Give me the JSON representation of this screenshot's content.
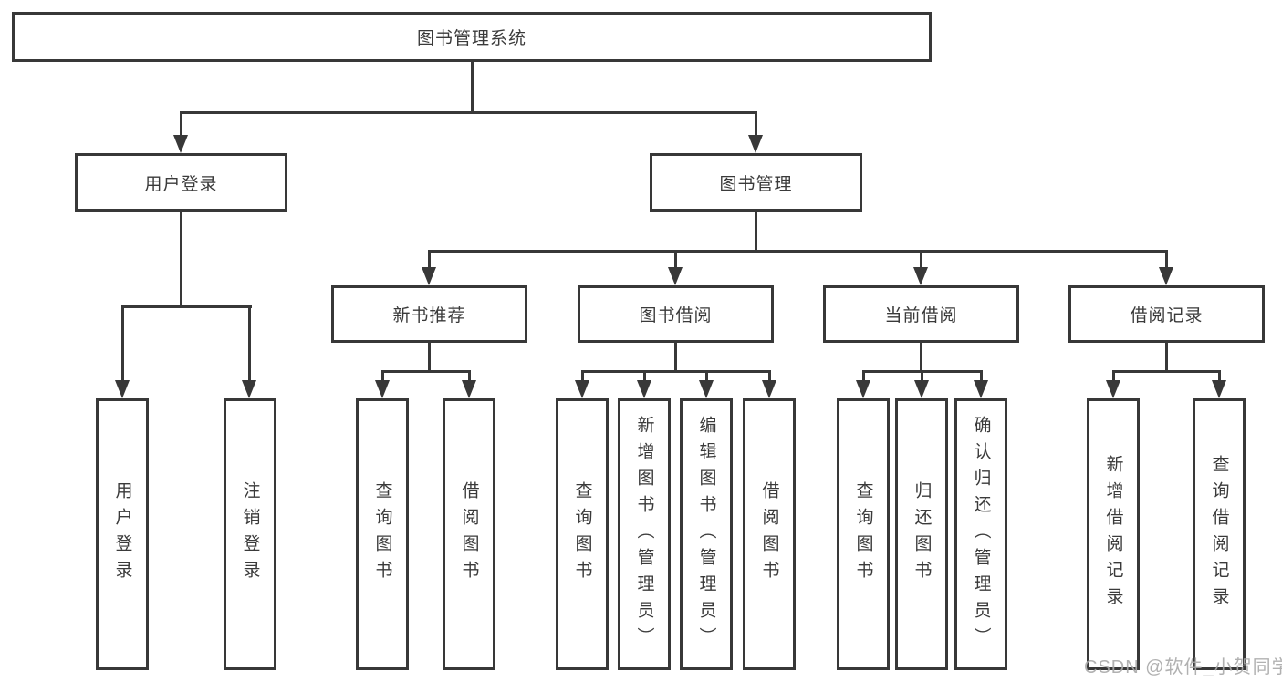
{
  "diagram": {
    "root": {
      "label": "图书管理系统"
    },
    "branches": [
      {
        "label": "用户登录",
        "children": [
          {
            "label": "用户登录"
          },
          {
            "label": "注销登录"
          }
        ]
      },
      {
        "label": "图书管理",
        "children": [
          {
            "label": "新书推荐",
            "children": [
              {
                "label": "查询图书"
              },
              {
                "label": "借阅图书"
              }
            ]
          },
          {
            "label": "图书借阅",
            "children": [
              {
                "label": "查询图书"
              },
              {
                "label": "新增图书（管理员）"
              },
              {
                "label": "编辑图书（管理员）"
              },
              {
                "label": "借阅图书"
              }
            ]
          },
          {
            "label": "当前借阅",
            "children": [
              {
                "label": "查询图书"
              },
              {
                "label": "归还图书"
              },
              {
                "label": "确认归还（管理员）"
              }
            ]
          },
          {
            "label": "借阅记录",
            "children": [
              {
                "label": "新增借阅记录"
              },
              {
                "label": "查询借阅记录"
              }
            ]
          }
        ]
      }
    ]
  },
  "watermark": "CSDN @软件_小贺同学",
  "colors": {
    "line": "#383838",
    "text": "#3a3a3a",
    "box_background": "#ffffff",
    "watermark": "#a8a8a8"
  }
}
